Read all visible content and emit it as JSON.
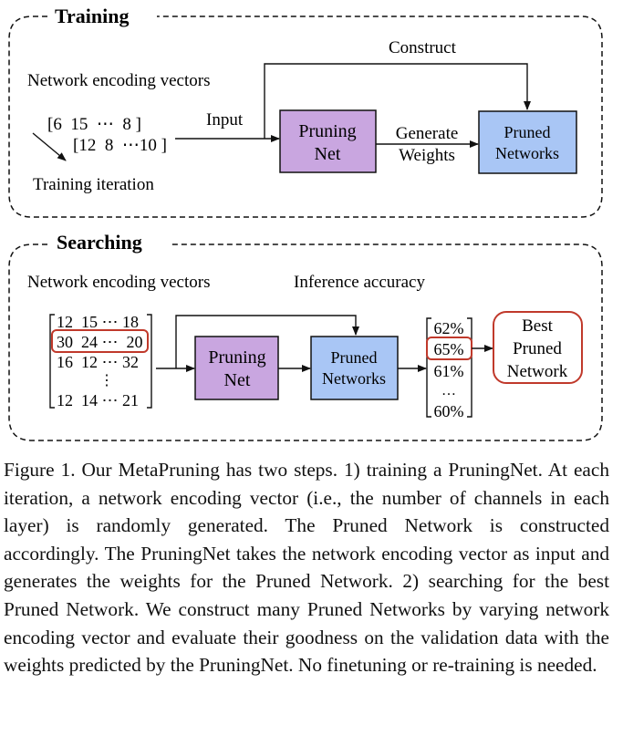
{
  "colors": {
    "pruning_net_fill": "#c9a6e0",
    "pruned_networks_fill": "#a9c6f5",
    "highlight_stroke": "#c0392b"
  },
  "training": {
    "title": "Training",
    "encoding_label": "Network encoding vectors",
    "vector_1": "[6  15  ⋯  8 ]",
    "vector_2": "[12  8  ⋯10 ]",
    "iteration_label": "Training iteration",
    "input_label": "Input",
    "construct_label": "Construct",
    "generate_label_1": "Generate",
    "generate_label_2": "Weights",
    "pruning_net_1": "Pruning",
    "pruning_net_2": "Net",
    "pruned_networks_1": "Pruned",
    "pruned_networks_2": "Networks"
  },
  "searching": {
    "title": "Searching",
    "encoding_label": "Network encoding vectors",
    "accuracy_label": "Inference accuracy",
    "matrix_rows": [
      "12  15 ⋯ 18",
      "30  24 ⋯  20",
      "16  12 ⋯ 32",
      "⋮",
      "12  14 ⋯ 21"
    ],
    "pruning_net_1": "Pruning",
    "pruning_net_2": "Net",
    "pruned_networks_1": "Pruned",
    "pruned_networks_2": "Networks",
    "accuracies": [
      "62%",
      "65%",
      "61%",
      "…",
      "60%"
    ],
    "best_1": "Best",
    "best_2": "Pruned",
    "best_3": "Network"
  },
  "caption": "Figure 1. Our MetaPruning has two steps.  1) training a PruningNet.  At each iteration, a network encoding vector (i.e., the number of channels in each layer) is randomly generated.  The Pruned Network is constructed accordingly. The PruningNet takes the network encoding vector as input and generates the weights for the Pruned Network.  2) searching for the best Pruned Network.  We construct many Pruned Networks by varying network encoding vector and evaluate their goodness on the validation data with the weights predicted by the PruningNet.  No finetuning or re-training is needed."
}
